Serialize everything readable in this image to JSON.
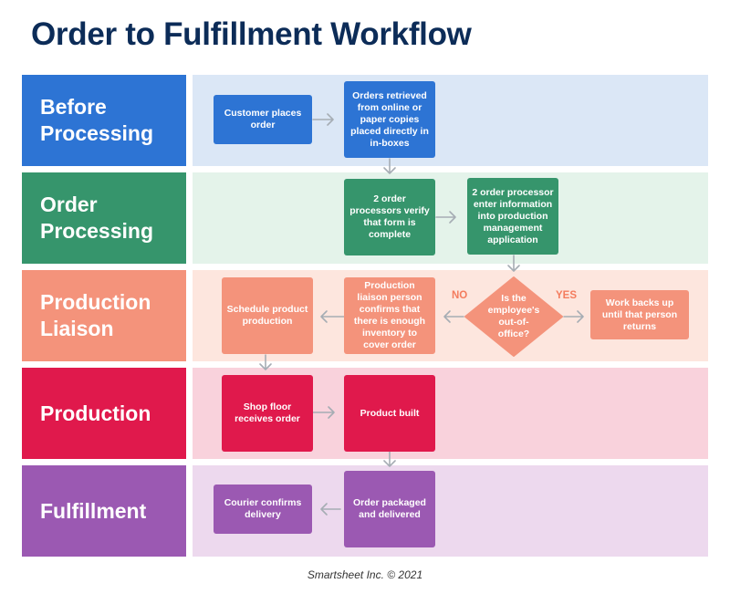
{
  "title": "Order to Fulfillment Workflow",
  "footer": "Smartsheet Inc. © 2021",
  "colors": {
    "title": "#0c2c58",
    "before": "#2d74d4",
    "before_bg": "#dbe7f6",
    "order": "#36956c",
    "order_bg": "#e4f3ea",
    "liaison": "#f4937b",
    "liaison_bg": "#fde6de",
    "production": "#e0194c",
    "production_bg": "#f9d2dc",
    "fulfillment": "#9b59b2",
    "fulfillment_bg": "#edd9ee",
    "arrow": "#a6adb4"
  },
  "lanes": [
    {
      "label": "Before\nProcessing"
    },
    {
      "label": "Order\nProcessing"
    },
    {
      "label": "Production\nLiaison"
    },
    {
      "label": "Production"
    },
    {
      "label": "Fulfillment"
    }
  ],
  "steps": {
    "customer_order": "Customer places order",
    "orders_retrieved": "Orders retrieved from online or paper copies placed directly in in-boxes",
    "verify_form": "2 order processors verify that form is complete",
    "enter_info": "2 order processor enter information into production management application",
    "schedule": "Schedule product production",
    "confirm_inventory": "Production liaison person confirms that there is enough inventory to cover order",
    "decision": "Is the employee's out-of-office?",
    "work_backs_up": "Work backs up until that person returns",
    "shop_floor": "Shop floor receives order",
    "product_built": "Product built",
    "courier": "Courier confirms delivery",
    "packaged": "Order packaged and delivered"
  },
  "branches": {
    "no": "NO",
    "yes": "YES"
  }
}
